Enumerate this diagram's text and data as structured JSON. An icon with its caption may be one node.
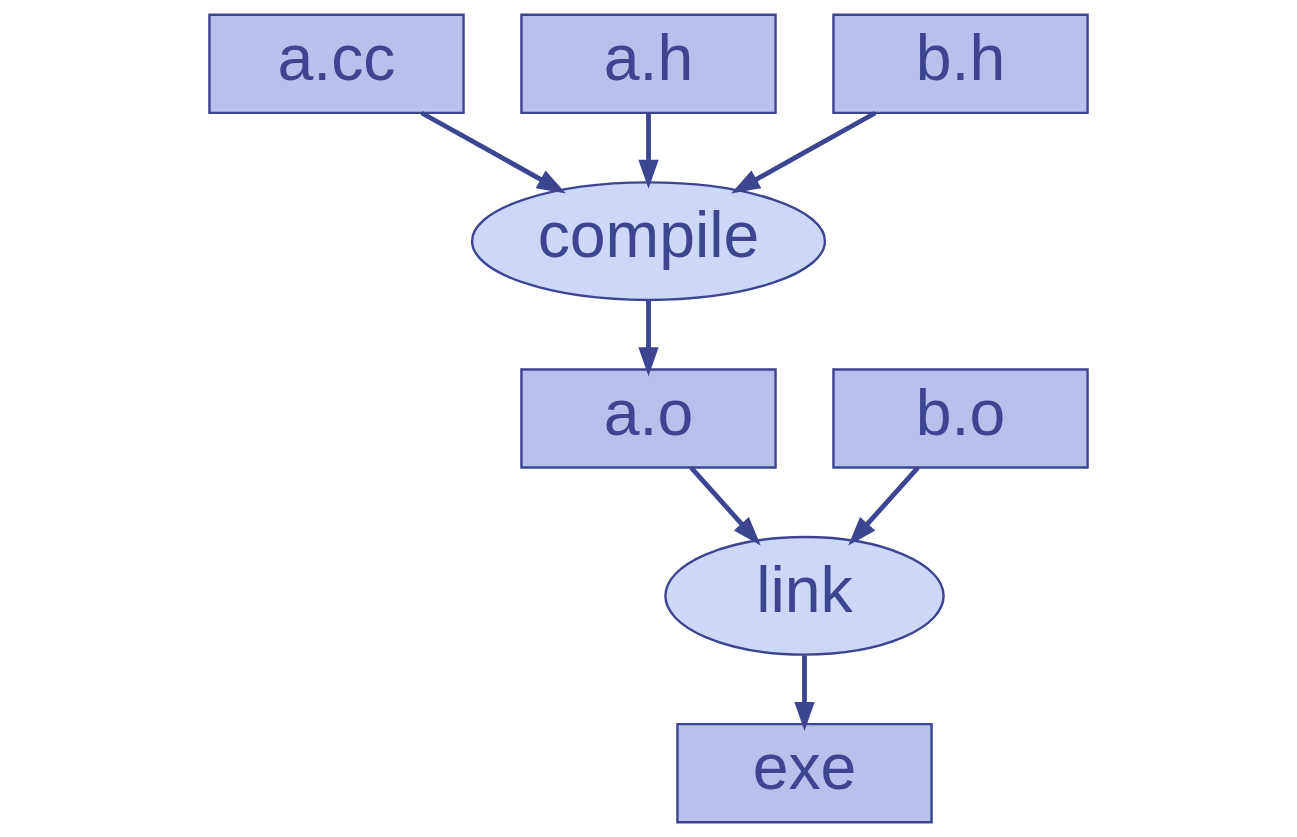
{
  "diagram": {
    "nodes": [
      {
        "text": [
          "a.cc"
        ]
      },
      {
        "text": [
          "a.h"
        ]
      },
      {
        "text": [
          "b.h"
        ]
      },
      {
        "text": [
          "compile"
        ]
      },
      {
        "text": [
          "a.o"
        ]
      },
      {
        "text": [
          "b.o"
        ]
      },
      {
        "text": [
          "link"
        ]
      },
      {
        "text": [
          "exe"
        ]
      }
    ],
    "edges": [
      {
        "from": 0,
        "to": 3,
        "arrow": "to"
      },
      {
        "from": 1,
        "to": 3,
        "arrow": "to"
      },
      {
        "from": 2,
        "to": 3,
        "arrow": "to"
      },
      {
        "from": 3,
        "to": 4,
        "arrow": "to"
      },
      {
        "from": 4,
        "to": 6,
        "arrow": "to"
      },
      {
        "from": 5,
        "to": 6,
        "arrow": "to"
      },
      {
        "from": 6,
        "to": 7,
        "arrow": "to"
      }
    ]
  }
}
